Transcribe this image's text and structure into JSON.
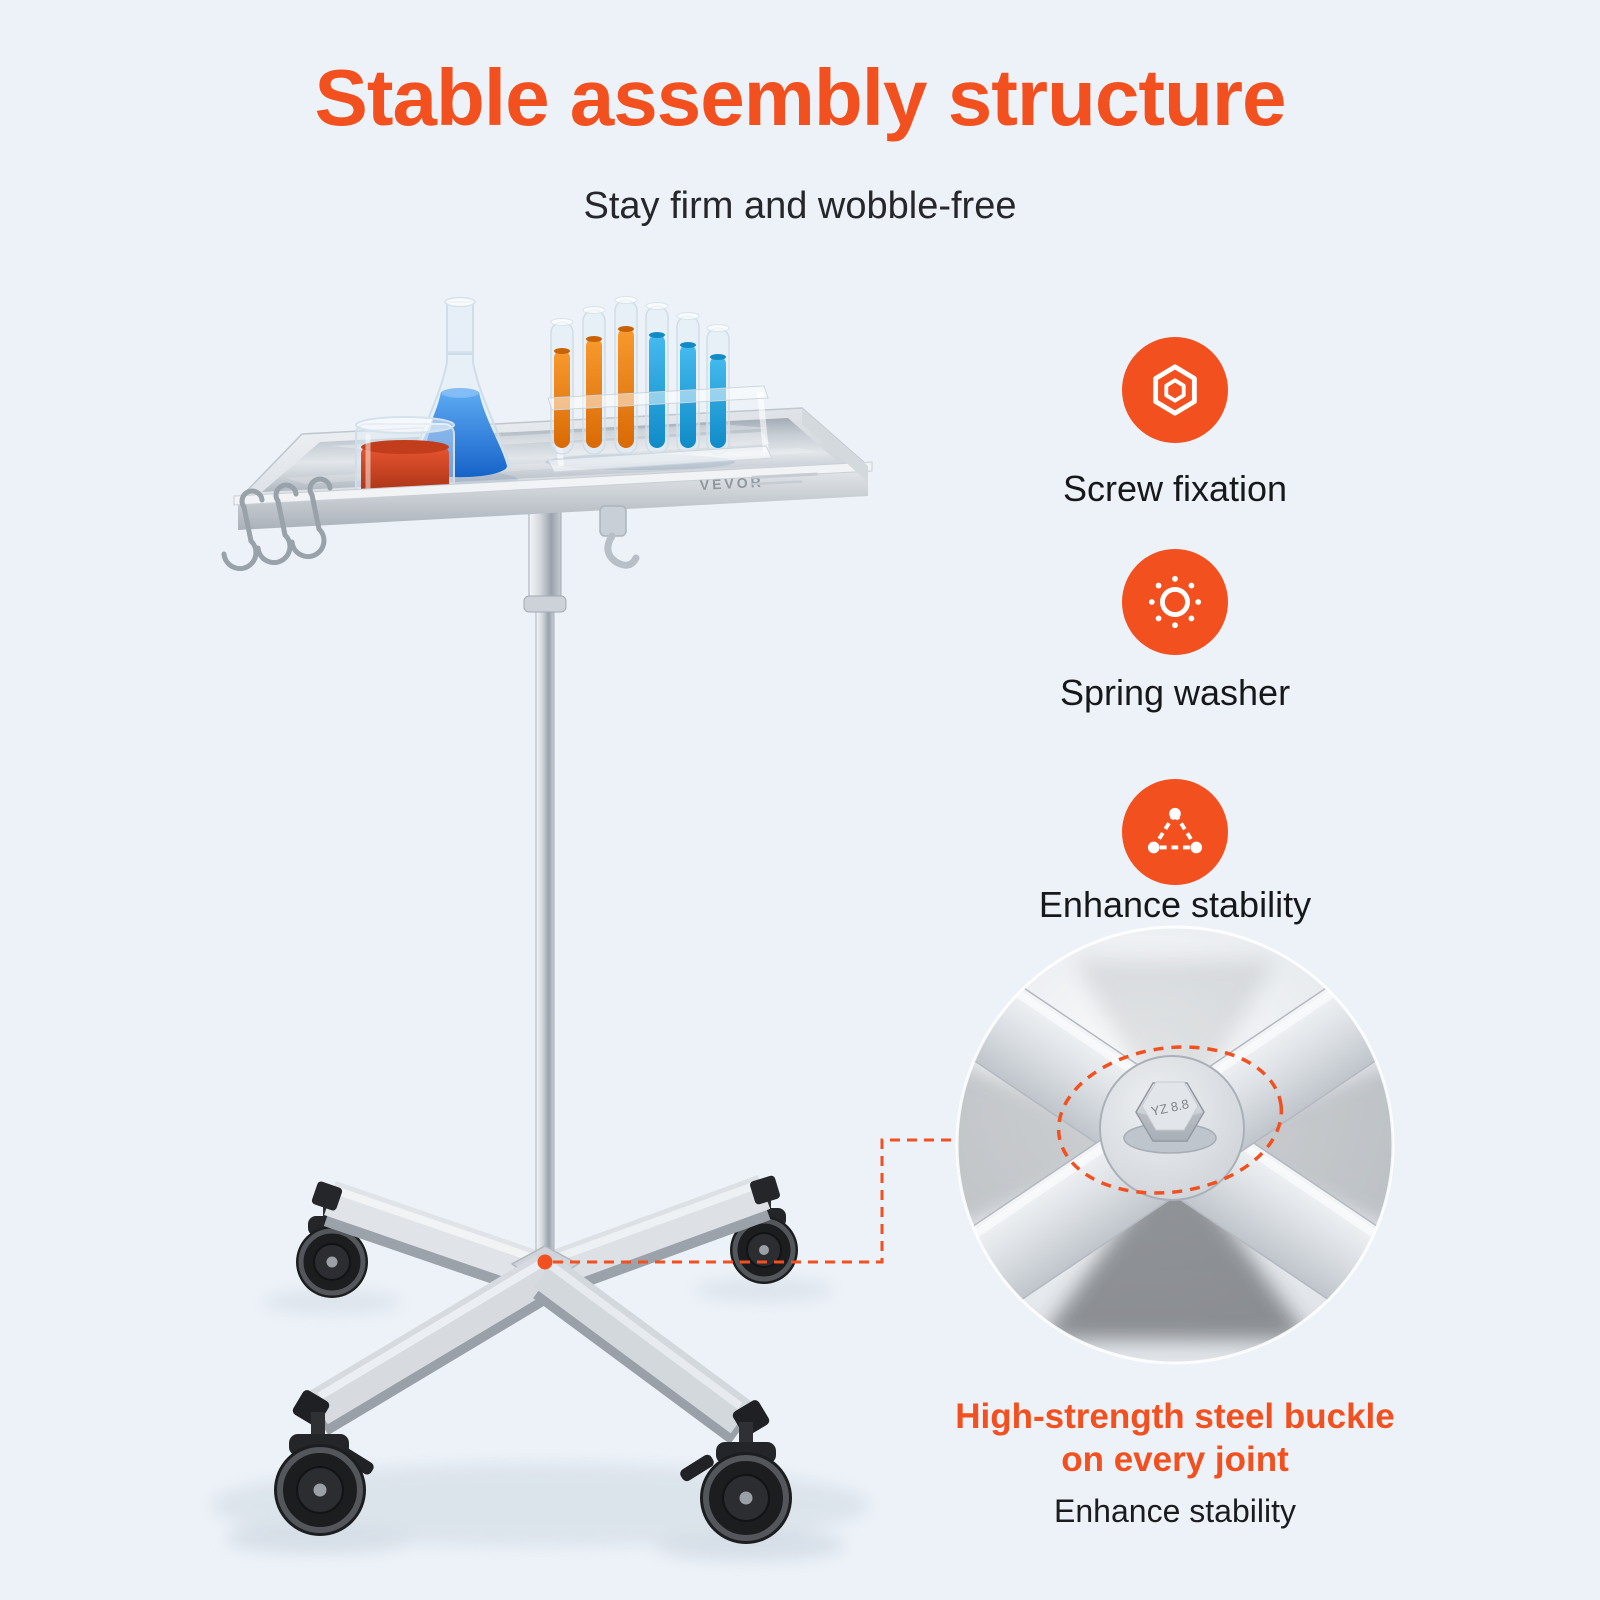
{
  "page": {
    "title": "Stable assembly structure",
    "subtitle": "Stay firm and wobble-free"
  },
  "features": [
    {
      "icon": "hex-nut-icon",
      "label": "Screw fixation"
    },
    {
      "icon": "spring-washer-icon",
      "label": "Spring washer"
    },
    {
      "icon": "triangle-nodes-icon",
      "label": "Enhance stability"
    }
  ],
  "inset": {
    "caption_line1": "High-strength steel buckle",
    "caption_line2": "on every joint",
    "caption_sub": "Enhance stability",
    "bolt_marking": "YZ 8.8"
  },
  "product": {
    "brand": "VEVOR"
  },
  "colors": {
    "accent": "#F2501F",
    "background": "#EDF2F8",
    "text": "#1B1C1E"
  }
}
